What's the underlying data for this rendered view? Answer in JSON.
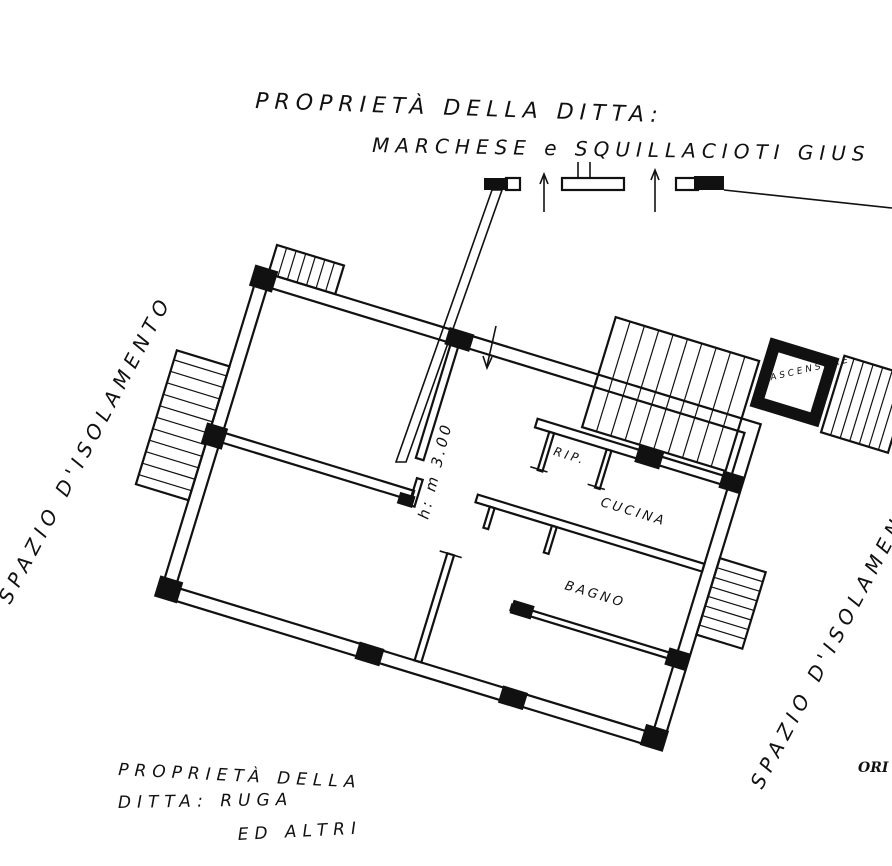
{
  "labels": {
    "north_line1": "PROPRIETÀ DELLA DITTA:",
    "north_line2": "MARCHESE e SQUILLACIOTI GIUS",
    "west_side": "SPAZIO D'ISOLAMENTO",
    "east_side": "SPAZIO D'ISOLAMENTO",
    "south_line1": "PROPRIETÀ DELLA",
    "south_line2": "DITTA: RUGA",
    "south_line3": "ED ALTRI",
    "height": "h: m 3.00",
    "kitchen": "CUCINA",
    "bathroom": "BAGNO",
    "storage": "RIP.",
    "elevator": "ASCENSORE",
    "orientation": "ORI"
  }
}
